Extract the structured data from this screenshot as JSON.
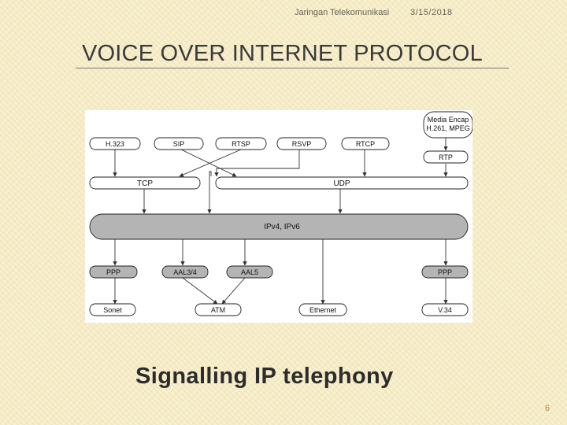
{
  "header": {
    "org": "Jaringan Telekomunikasi",
    "date": "3/15/2018"
  },
  "title": "VOICE OVER INTERNET PROTOCOL",
  "diagram": {
    "nodes": {
      "media": [
        "Media Encap",
        "H.261, MPEG"
      ],
      "h323": "H.323",
      "sip": "SIP",
      "rtsp": "RTSP",
      "rsvp": "RSVP",
      "rtcp": "RTCP",
      "rtp": "RTP",
      "tcp": "TCP",
      "udp": "UDP",
      "ip": "IPv4, IPv6",
      "ppp_left": "PPP",
      "aal34": "AAL3/4",
      "aal5": "AAL5",
      "ppp_right": "PPP",
      "sonet": "Sonet",
      "atm": "ATM",
      "ethernet": "Ethernet",
      "v34": "V.34"
    }
  },
  "subtitle": "Signalling IP telephony",
  "page_number": "6"
}
